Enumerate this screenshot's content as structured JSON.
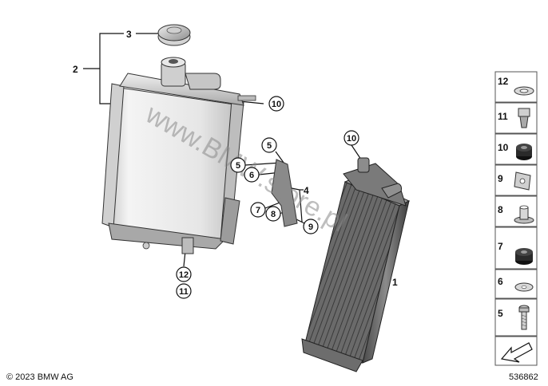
{
  "callouts": {
    "c10a": "10",
    "c10b": "10",
    "c5a": "5",
    "c5b": "5",
    "c6": "6",
    "c7": "7",
    "c8": "8",
    "c9": "9",
    "c12": "12",
    "c11": "11"
  },
  "labels": {
    "l3": "3",
    "l2": "2",
    "l4": "4",
    "l1": "1"
  },
  "legend": [
    {
      "number": "12",
      "icon": "washer-icon"
    },
    {
      "number": "11",
      "icon": "rubber-grommet-icon"
    },
    {
      "number": "10",
      "icon": "rubber-mount-icon"
    },
    {
      "number": "9",
      "icon": "speed-nut-icon"
    },
    {
      "number": "8",
      "icon": "bushing-icon"
    },
    {
      "number": "7",
      "icon": "rubber-mount-icon"
    },
    {
      "number": "6",
      "icon": "washer-icon"
    },
    {
      "number": "5",
      "icon": "screw-icon"
    }
  ],
  "footer": {
    "copyright": "© 2023 BMW AG",
    "diagram_number": "536862"
  },
  "watermark": "www.BMW.store.pl"
}
